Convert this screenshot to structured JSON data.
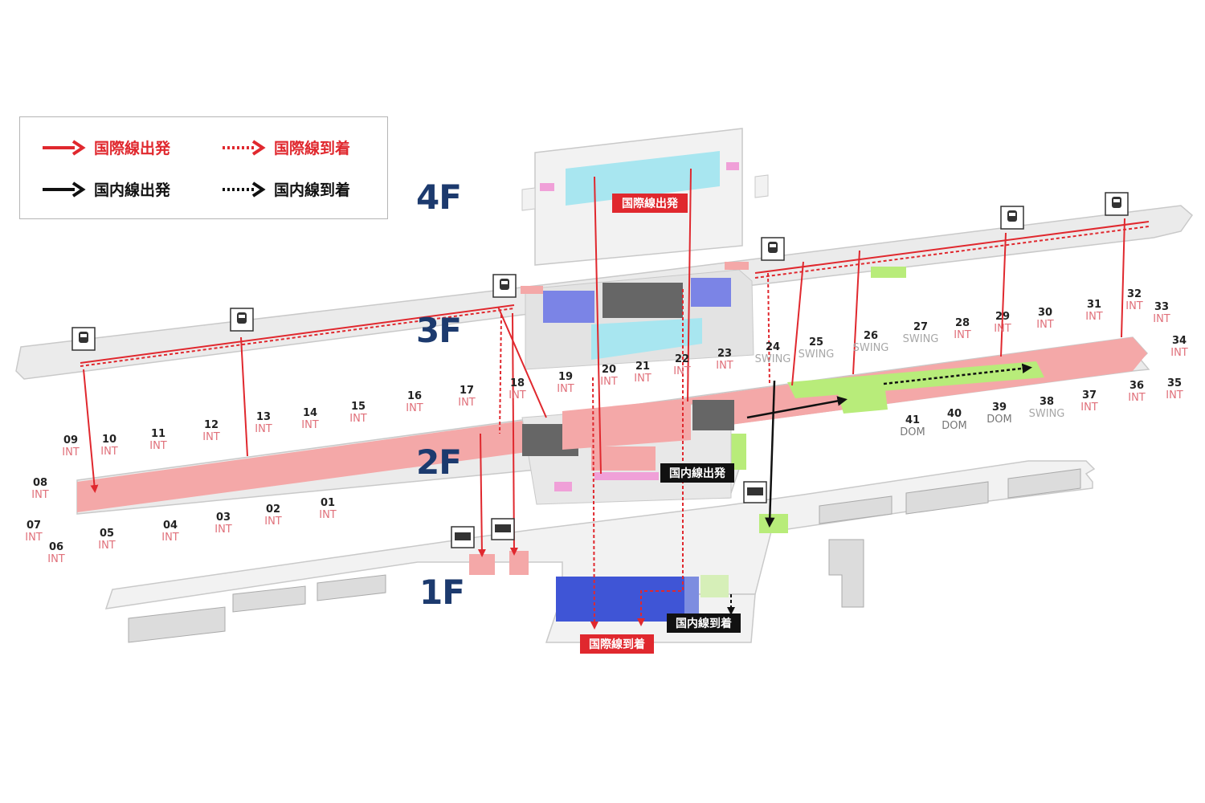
{
  "legend": {
    "items": [
      {
        "label": "国際線出発",
        "color": "#e0282e",
        "style": "solid"
      },
      {
        "label": "国際線到着",
        "color": "#e0282e",
        "style": "dotted"
      },
      {
        "label": "国内線出発",
        "color": "#111111",
        "style": "solid"
      },
      {
        "label": "国内線到着",
        "color": "#111111",
        "style": "dotted"
      }
    ]
  },
  "floors": {
    "f4": "4F",
    "f3": "3F",
    "f2": "2F",
    "f1": "1F"
  },
  "signs": {
    "intl_departure_4f": "国際線出発",
    "dom_departure_2f": "国内線出発",
    "intl_arrival_1f": "国際線到着",
    "dom_arrival_1f": "国内線到着"
  },
  "gates": [
    {
      "num": "01",
      "type": "INT"
    },
    {
      "num": "02",
      "type": "INT"
    },
    {
      "num": "03",
      "type": "INT"
    },
    {
      "num": "04",
      "type": "INT"
    },
    {
      "num": "05",
      "type": "INT"
    },
    {
      "num": "06",
      "type": "INT"
    },
    {
      "num": "07",
      "type": "INT"
    },
    {
      "num": "08",
      "type": "INT"
    },
    {
      "num": "09",
      "type": "INT"
    },
    {
      "num": "10",
      "type": "INT"
    },
    {
      "num": "11",
      "type": "INT"
    },
    {
      "num": "12",
      "type": "INT"
    },
    {
      "num": "13",
      "type": "INT"
    },
    {
      "num": "14",
      "type": "INT"
    },
    {
      "num": "15",
      "type": "INT"
    },
    {
      "num": "16",
      "type": "INT"
    },
    {
      "num": "17",
      "type": "INT"
    },
    {
      "num": "18",
      "type": "INT"
    },
    {
      "num": "19",
      "type": "INT"
    },
    {
      "num": "20",
      "type": "INT"
    },
    {
      "num": "21",
      "type": "INT"
    },
    {
      "num": "22",
      "type": "INT"
    },
    {
      "num": "23",
      "type": "INT"
    },
    {
      "num": "24",
      "type": "SWING"
    },
    {
      "num": "25",
      "type": "SWING"
    },
    {
      "num": "26",
      "type": "SWING"
    },
    {
      "num": "27",
      "type": "SWING"
    },
    {
      "num": "28",
      "type": "INT"
    },
    {
      "num": "29",
      "type": "INT"
    },
    {
      "num": "30",
      "type": "INT"
    },
    {
      "num": "31",
      "type": "INT"
    },
    {
      "num": "32",
      "type": "INT"
    },
    {
      "num": "33",
      "type": "INT"
    },
    {
      "num": "34",
      "type": "INT"
    },
    {
      "num": "35",
      "type": "INT"
    },
    {
      "num": "36",
      "type": "INT"
    },
    {
      "num": "37",
      "type": "INT"
    },
    {
      "num": "38",
      "type": "SWING"
    },
    {
      "num": "39",
      "type": "DOM"
    },
    {
      "num": "40",
      "type": "DOM"
    },
    {
      "num": "41",
      "type": "DOM"
    }
  ],
  "colors": {
    "intl": "#e0282e",
    "intl_zone": "#f4a8a8",
    "dom_zone": "#b8ec7a",
    "floor_gray": "#e3e3e3",
    "floor_outline": "#c9c9c9",
    "dark_block": "#666666",
    "blue_zone": "#3f55d6",
    "cyan_zone": "#a8e6f0",
    "pink_zone": "#f0a0d8",
    "navy_label": "#1c3a6e"
  },
  "icons": [
    "train-icon",
    "bus-icon",
    "airplane-icon"
  ]
}
